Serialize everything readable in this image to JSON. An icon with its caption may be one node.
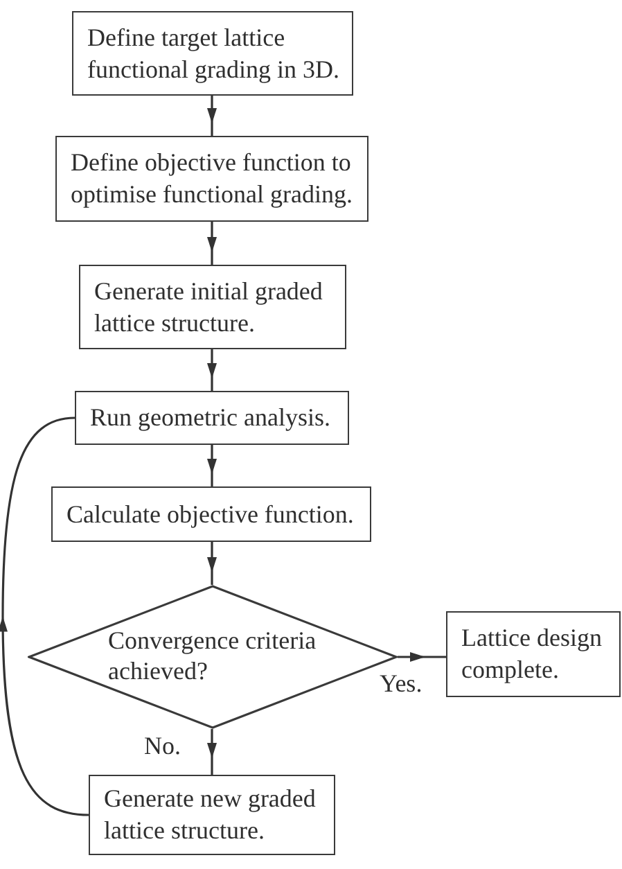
{
  "diagram": {
    "nodes": [
      {
        "text": [
          "Define target lattice functional grading in 3D."
        ]
      },
      {
        "text": [
          "Define objective function to optimise functional grading."
        ]
      },
      {
        "text": [
          "Generate initial graded lattice structure."
        ]
      },
      {
        "text": [
          "Run geometric analysis."
        ]
      },
      {
        "text": [
          "Calculate objective function."
        ]
      },
      {
        "text": [
          "Convergence criteria achieved?"
        ]
      },
      {
        "text": [
          "Lattice design complete."
        ]
      },
      {
        "text": [
          "Generate new graded lattice structure."
        ]
      }
    ],
    "edges": [
      {
        "from": 0,
        "to": 1,
        "arrow": "to"
      },
      {
        "from": 1,
        "to": 2,
        "arrow": "to"
      },
      {
        "from": 2,
        "to": 3,
        "arrow": "to"
      },
      {
        "from": 3,
        "to": 4,
        "arrow": "to"
      },
      {
        "from": 4,
        "to": 5,
        "arrow": "to"
      },
      {
        "from": 5,
        "to": 6,
        "arrow": "to",
        "label": "Yes."
      },
      {
        "from": 5,
        "to": 7,
        "arrow": "to",
        "label": "No."
      },
      {
        "from": 7,
        "to": 3,
        "arrow": "to"
      }
    ]
  }
}
